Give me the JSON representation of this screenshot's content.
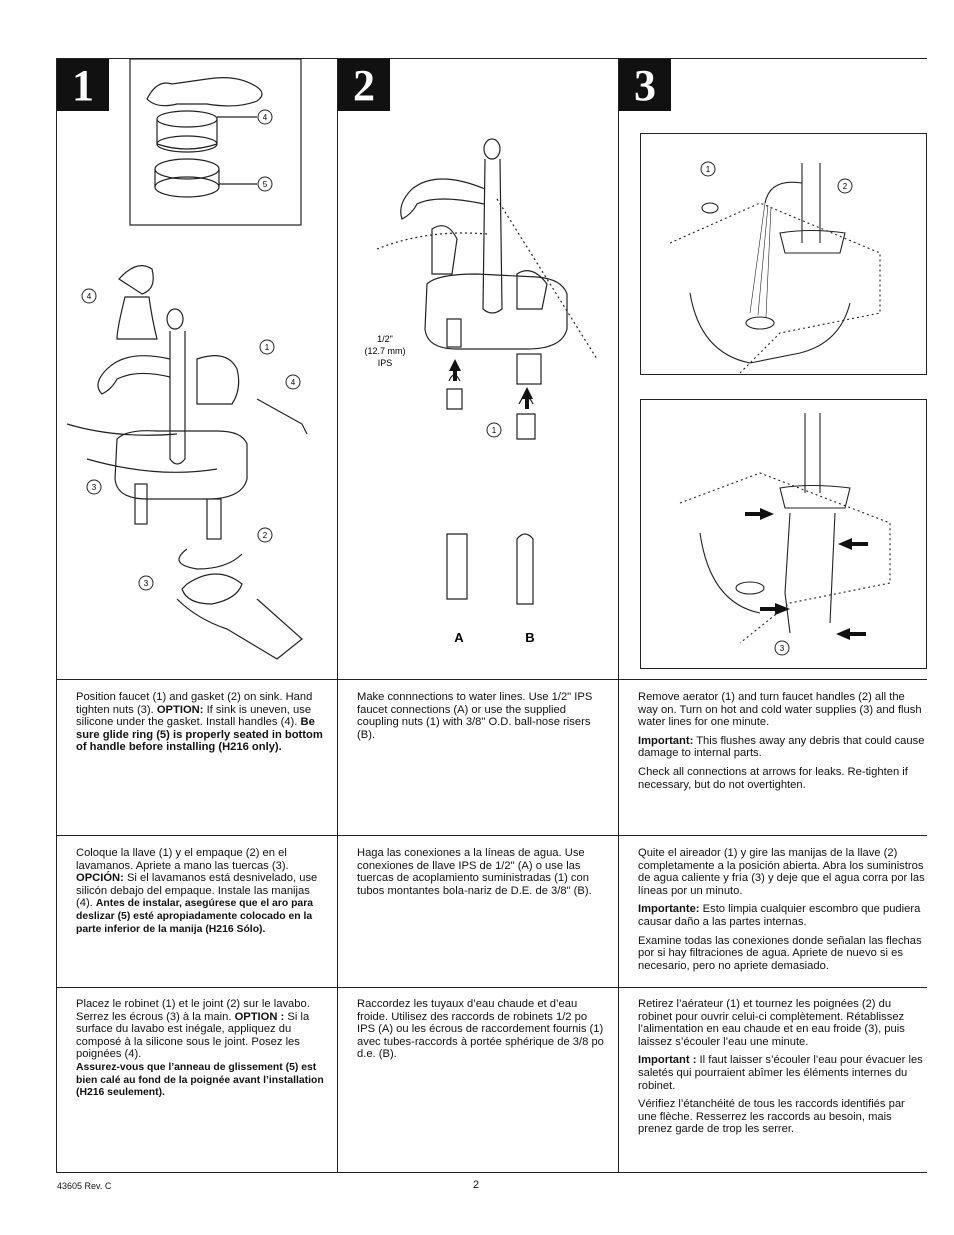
{
  "steps": {
    "s1": {
      "num": "1"
    },
    "s2": {
      "num": "2"
    },
    "s3": {
      "num": "3"
    }
  },
  "figure1": {
    "callout_4": "4",
    "callout_5": "5",
    "callout_1": "1",
    "callout_3": "3",
    "callout_2": "2"
  },
  "figure2": {
    "ips_line1": "1/2\"",
    "ips_line2": "(12.7 mm)",
    "ips_line3": "IPS",
    "callout_1": "1",
    "label_a": "A",
    "label_b": "B"
  },
  "figure3": {
    "callout_1": "1",
    "callout_2": "2",
    "callout_3": "3"
  },
  "english": {
    "c1_p1_a": "Position faucet (1) and gasket (2) on sink. Hand tighten nuts (3). ",
    "c1_p1_option": "OPTION:",
    "c1_p1_b": " If sink is uneven, use silicone under the gasket. Install handles (4). ",
    "c1_p1_bold": "Be sure glide ring (5) is properly seated in bottom of handle before installing (H216 only).",
    "c2_p1": "Make connnections to water lines. Use 1/2\" IPS faucet connections (A) or use the supplied coupling nuts (1) with 3/8\" O.D. ball-nose risers (B).",
    "c3_p1": "Remove aerator (1) and turn faucet handles (2) all the way on. Turn on hot and cold water supplies (3) and flush water lines for one minute.",
    "c3_p2_label": "Important:",
    "c3_p2": " This flushes away any debris that could cause damage to internal parts.",
    "c3_p3": "Check all connections at arrows for leaks. Re-tighten if necessary, but do not overtighten."
  },
  "spanish": {
    "c1_a": "Coloque la llave (1) y el empaque (2) en el lavamanos. Apriete a mano las tuercas (3). ",
    "c1_option": "OPCIÓN:",
    "c1_b": " Si el lavamanos está desnivelado, use silicón debajo del empaque. Instale las manijas (4). ",
    "c1_bold": "Antes de instalar, asegúrese que el aro para deslizar (5) esté apropiadamente colocado en la parte inferior de la manija (H216 Sólo).",
    "c2": "Haga las conexiones a la líneas de agua. Use conexiones de llave IPS de 1/2\" (A) o use las tuercas de acoplamiento suministradas (1) con tubos montantes bola-nariz de D.E. de 3/8\" (B).",
    "c3_p1": "Quite el aireador (1) y gire las manijas de la llave (2) completamente a la posición abierta. Abra los suministros de agua caliente y fría (3) y deje que el agua corra por las líneas por un minuto.",
    "c3_p2_label": "Importante:",
    "c3_p2": " Esto limpia cualquier escombro que pudiera causar daño a las partes internas.",
    "c3_p3": "Examine todas las conexiones donde señalan las flechas por si hay filtraciones de agua. Apriete de nuevo si es necesario, pero no apriete demasiado."
  },
  "french": {
    "c1_a": "Placez le robinet (1) et le joint (2) sur le lavabo. Serrez les écrous (3) à la main. ",
    "c1_option": "OPTION :",
    "c1_b": " Si la surface du lavabo est inégale, appliquez du composé à la silicone sous le joint. Posez les poignées (4).",
    "c1_bold": "Assurez-vous que l’anneau de glissement (5) est bien calé au fond de la poignée avant l’installation (H216 seulement).",
    "c2": "Raccordez les tuyaux d’eau chaude et d’eau froide.  Utilisez des raccords de robinets 1/2 po IPS (A) ou les écrous de raccordement fournis (1) avec tubes-raccords à portée sphérique de 3/8 po d.e. (B).",
    "c3_p1": "Retirez l’aérateur (1) et tournez les poignées (2) du robinet pour ouvrir celui-ci complètement. Rétablissez l’alimentation en eau chaude et en eau froide (3), puis laissez s’écouler l’eau une minute.",
    "c3_p2_label": "Important :",
    "c3_p2": " Il faut laisser s’écouler l’eau pour évacuer les saletés qui pourraient abîmer les éléments internes du robinet.",
    "c3_p3": "Vérifiez l’étanchéité de tous les raccords identifiés par une flèche. Resserrez les raccords au besoin, mais prenez garde de trop les serrer."
  },
  "footer": {
    "doc_number": "43605  Rev. C",
    "page_number": "2"
  }
}
